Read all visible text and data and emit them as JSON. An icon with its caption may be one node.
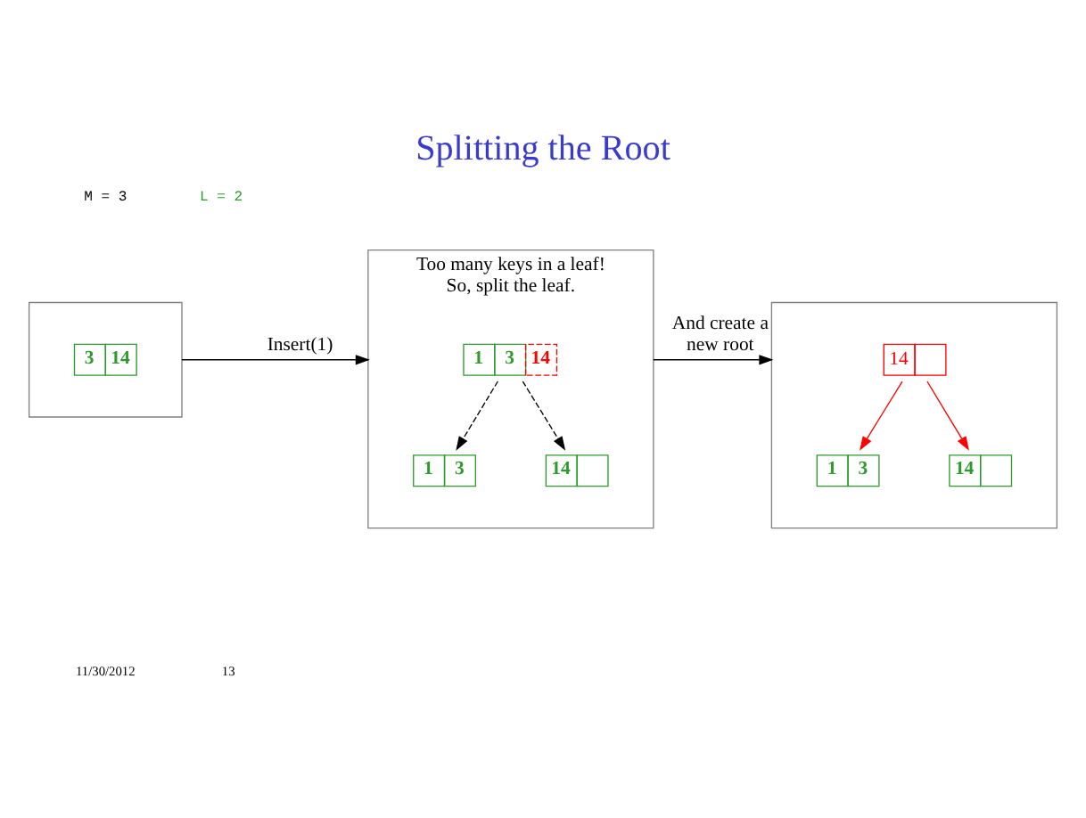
{
  "diagram": {
    "title": "Splitting the Root",
    "nodes": [
      {
        "text": [],
        "shape": "box"
      },
      {
        "text": [
          "3",
          "14"
        ],
        "in": 0
      },
      {
        "text": [
          "Too many keys in a leaf!",
          "So, split the leaf."
        ]
      },
      {
        "text": [
          "1",
          "3",
          "14"
        ],
        "in": 2
      },
      {
        "text": [
          "1",
          "3"
        ],
        "in": 2
      },
      {
        "text": [
          "14"
        ],
        "in": 2
      },
      {
        "text": [],
        "shape": "box"
      },
      {
        "text": [
          "14"
        ],
        "in": 6
      },
      {
        "text": [
          "1",
          "3"
        ],
        "in": 6
      },
      {
        "text": [
          "14"
        ],
        "in": 6
      }
    ],
    "edges": [
      {
        "from": 0,
        "to": 2,
        "arrow": "to",
        "label": "Insert(1)"
      },
      {
        "from": 2,
        "to": 6,
        "arrow": "to",
        "label": "And create a new root"
      },
      {
        "from": 3,
        "to": 4,
        "arrow": "to",
        "style": "dashed"
      },
      {
        "from": 3,
        "to": 5,
        "arrow": "to",
        "style": "dashed"
      },
      {
        "from": 7,
        "to": 8,
        "arrow": "to",
        "color": "#ff0000"
      },
      {
        "from": 7,
        "to": 9,
        "arrow": "to",
        "color": "#ff0000"
      }
    ],
    "labels": [
      "M = 3",
      "L = 2",
      "11/30/2012",
      "13"
    ]
  }
}
